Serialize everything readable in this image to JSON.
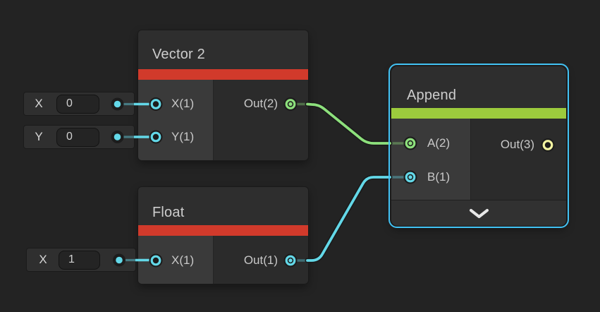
{
  "colors": {
    "background": "#232323",
    "red_accent": "#D13A2B",
    "green_accent": "#9CCB3D",
    "cyan": "#63D8E8",
    "green": "#8DE07C",
    "yellow": "#F2F3A1",
    "selection": "#42C2F4",
    "chevron": "#E8E8E8"
  },
  "nodes": {
    "vector2": {
      "title": "Vector 2",
      "ports": {
        "x": "X(1)",
        "y": "Y(1)",
        "out": "Out(2)"
      }
    },
    "float1": {
      "title": "Float",
      "ports": {
        "x": "X(1)",
        "out": "Out(1)"
      }
    },
    "append": {
      "title": "Append",
      "ports": {
        "a": "A(2)",
        "b": "B(1)",
        "out": "Out(3)"
      }
    }
  },
  "widgets": {
    "vector2_x": {
      "label": "X",
      "value": "0"
    },
    "vector2_y": {
      "label": "Y",
      "value": "0"
    },
    "float_x": {
      "label": "X",
      "value": "1"
    }
  }
}
